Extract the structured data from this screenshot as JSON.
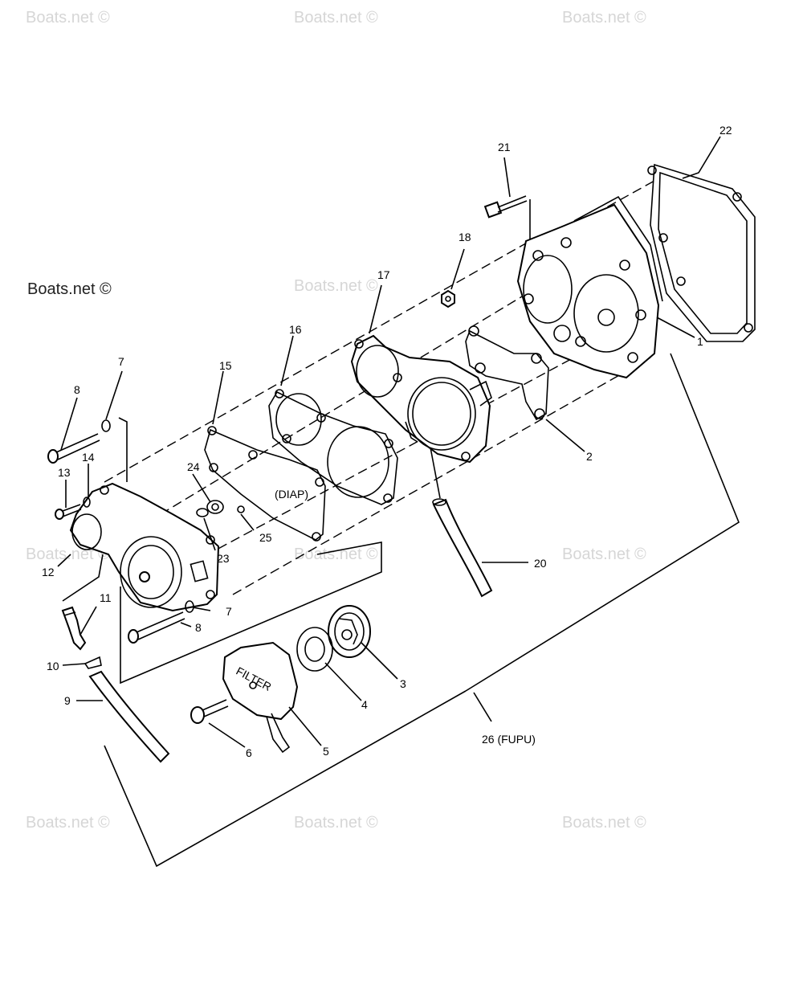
{
  "watermarks": {
    "light": "Boats.net ©",
    "dark": "Boats.net ©"
  },
  "callouts": [
    {
      "id": "c1",
      "text": "1"
    },
    {
      "id": "c2",
      "text": "2"
    },
    {
      "id": "c3",
      "text": "3"
    },
    {
      "id": "c4",
      "text": "4"
    },
    {
      "id": "c5",
      "text": "5"
    },
    {
      "id": "c6",
      "text": "6"
    },
    {
      "id": "c7a",
      "text": "7"
    },
    {
      "id": "c7b",
      "text": "7"
    },
    {
      "id": "c8a",
      "text": "8"
    },
    {
      "id": "c8b",
      "text": "8"
    },
    {
      "id": "c9",
      "text": "9"
    },
    {
      "id": "c10",
      "text": "10"
    },
    {
      "id": "c11",
      "text": "11"
    },
    {
      "id": "c12",
      "text": "12"
    },
    {
      "id": "c13",
      "text": "13"
    },
    {
      "id": "c14",
      "text": "14"
    },
    {
      "id": "c15",
      "text": "15"
    },
    {
      "id": "c16",
      "text": "16"
    },
    {
      "id": "c17",
      "text": "17"
    },
    {
      "id": "c18",
      "text": "18"
    },
    {
      "id": "c20",
      "text": "20"
    },
    {
      "id": "c21",
      "text": "21"
    },
    {
      "id": "c22",
      "text": "22"
    },
    {
      "id": "c23",
      "text": "23"
    },
    {
      "id": "c24",
      "text": "24"
    },
    {
      "id": "c25",
      "text": "25"
    },
    {
      "id": "c26",
      "text": "26 (FUPU)"
    }
  ],
  "inline_labels": {
    "diap": "(DIAP)",
    "filter": "FILTER"
  }
}
